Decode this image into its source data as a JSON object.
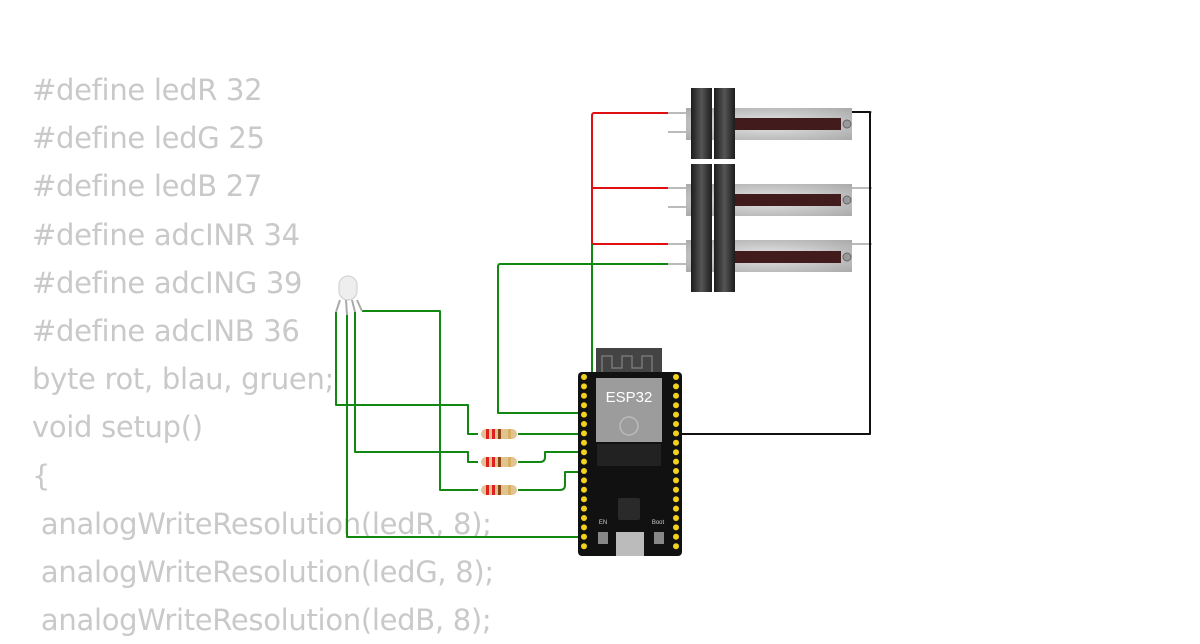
{
  "code_lines": [
    "#define ledR 32",
    "#define ledG 25",
    "#define ledB 27",
    "#define adcINR 34",
    "#define adcING 39",
    "#define adcINB 36",
    "byte rot, blau, gruen;",
    "void setup()",
    "{",
    " analogWriteResolution(ledR, 8);",
    " analogWriteResolution(ledG, 8);",
    " analogWriteResolution(ledB, 8);"
  ],
  "board": {
    "label": "ESP32",
    "en_label": "EN",
    "boot_label": "Boot"
  },
  "colors": {
    "wire_red": "#e01010",
    "wire_green": "#118811",
    "wire_black": "#111111",
    "code": "#c9c9c9"
  }
}
